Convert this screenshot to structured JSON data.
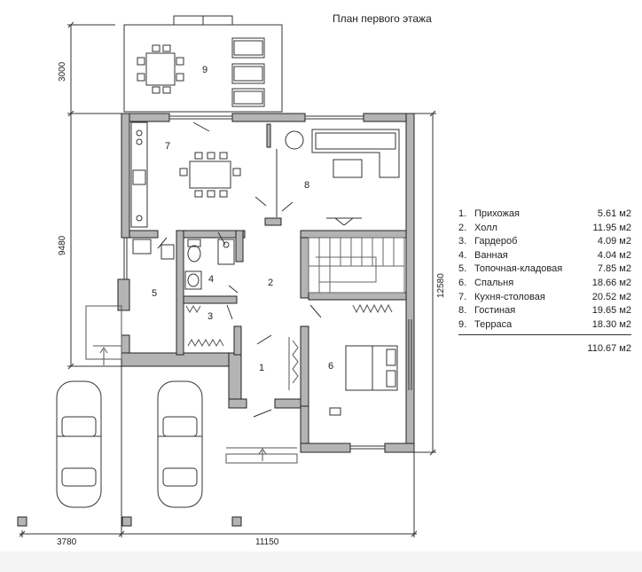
{
  "title": "План первого этажа",
  "colors": {
    "wall": "#b4b4b4",
    "wall_outline": "#222222",
    "line": "#333333"
  },
  "room_labels": [
    "1",
    "2",
    "3",
    "4",
    "5",
    "6",
    "7",
    "8",
    "9"
  ],
  "dimensions": {
    "terrace_depth": "3000",
    "house_depth_left": "9480",
    "house_depth_right": "12580",
    "bottom_left": "3780",
    "bottom_right": "11150"
  },
  "legend": [
    {
      "num": "1.",
      "name": "Прихожая",
      "area": "5.61 м2"
    },
    {
      "num": "2.",
      "name": "Холл",
      "area": "11.95 м2"
    },
    {
      "num": "3.",
      "name": "Гардероб",
      "area": "4.09 м2"
    },
    {
      "num": "4.",
      "name": "Ванная",
      "area": "4.04 м2"
    },
    {
      "num": "5.",
      "name": "Топочная-кладовая",
      "area": "7.85 м2"
    },
    {
      "num": "6.",
      "name": "Спальня",
      "area": "18.66 м2"
    },
    {
      "num": "7.",
      "name": "Кухня-столовая",
      "area": "20.52 м2"
    },
    {
      "num": "8.",
      "name": "Гостиная",
      "area": "19.65 м2"
    },
    {
      "num": "9.",
      "name": "Терраса",
      "area": "18.30 м2"
    }
  ],
  "total": "110.67 м2",
  "icons": [
    "car-icon",
    "dining-table-icon",
    "sofa-icon",
    "bed-icon",
    "toilet-icon",
    "sink-icon",
    "stove-icon",
    "staircase-icon",
    "post-icon"
  ]
}
